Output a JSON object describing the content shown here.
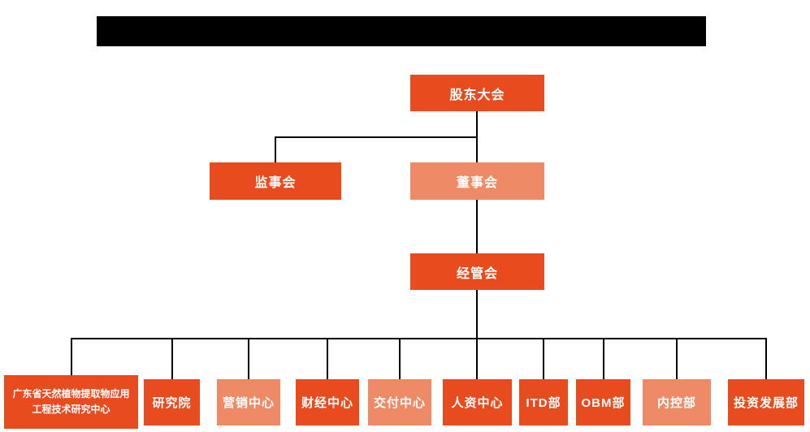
{
  "colors": {
    "primary": "#e84c1e",
    "secondary": "#ef8a66",
    "line": "#000000",
    "text": "#ffffff",
    "background": "#ffffff",
    "header_bar": "#000000"
  },
  "header": {
    "redacted_bar": true
  },
  "org": {
    "root": {
      "label": "股东大会",
      "variant": "primary"
    },
    "level2": [
      {
        "label": "监事会",
        "variant": "primary"
      },
      {
        "label": "董事会",
        "variant": "secondary"
      }
    ],
    "level3": {
      "label": "经管会",
      "variant": "primary"
    },
    "children": [
      {
        "label": "广东省天然植物提取物应用工程技术研究中心",
        "variant": "primary"
      },
      {
        "label": "研究院",
        "variant": "primary"
      },
      {
        "label": "营销中心",
        "variant": "secondary"
      },
      {
        "label": "财经中心",
        "variant": "primary"
      },
      {
        "label": "交付中心",
        "variant": "secondary"
      },
      {
        "label": "人资中心",
        "variant": "primary"
      },
      {
        "label": "ITD部",
        "variant": "primary"
      },
      {
        "label": "OBM部",
        "variant": "primary"
      },
      {
        "label": "内控部",
        "variant": "secondary"
      },
      {
        "label": "投资发展部",
        "variant": "primary"
      }
    ]
  }
}
